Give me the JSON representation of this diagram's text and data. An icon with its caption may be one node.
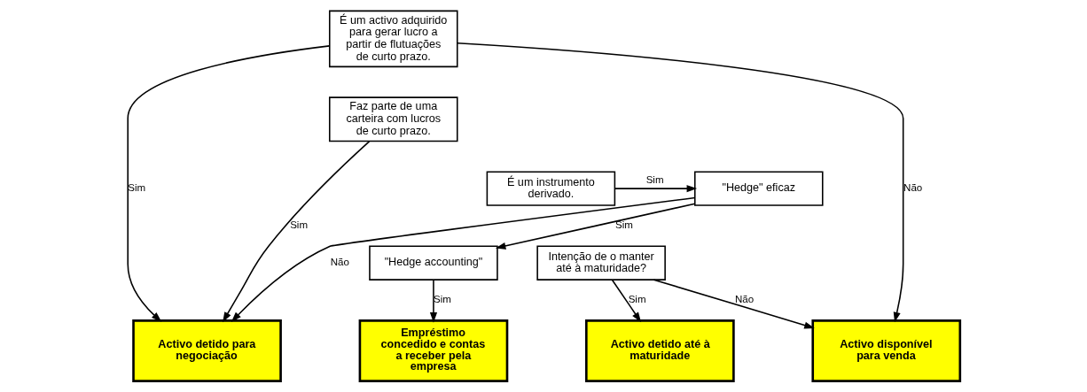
{
  "diagram": {
    "nodes": [
      {
        "text": [
          "É um activo adquirido para gerar lucro a partir de flutuações de curto prazo."
        ]
      },
      {
        "text": [
          "Faz parte de uma carteira com lucros de curto prazo."
        ]
      },
      {
        "text": [
          "\"Hedge\" eficaz"
        ]
      },
      {
        "text": [
          "É um instrumento derivado."
        ]
      },
      {
        "text": [
          "\"Hedge accounting\""
        ]
      },
      {
        "text": [
          "Intenção de o manter até à maturidade?"
        ]
      },
      {
        "text": [
          "Activo detido para negociação"
        ]
      },
      {
        "text": [
          "Empréstimo concedido e contas a receber pela empresa"
        ]
      },
      {
        "text": [
          "Activo detido até à maturidade"
        ]
      },
      {
        "text": [
          "Activo disponível para venda"
        ]
      }
    ],
    "edges": [
      {
        "from": 0,
        "to": 6,
        "arrow": "to",
        "label": "Sim"
      },
      {
        "from": 0,
        "to": 9,
        "arrow": "to",
        "label": "Não"
      },
      {
        "from": 1,
        "to": 6,
        "arrow": "to",
        "label": "Sim"
      },
      {
        "from": 3,
        "to": 2,
        "arrow": "to",
        "label": "Sim"
      },
      {
        "from": 2,
        "to": 6,
        "arrow": "to",
        "label": "Não"
      },
      {
        "from": 2,
        "to": 4,
        "arrow": "to",
        "label": "Sim"
      },
      {
        "from": 4,
        "to": 7,
        "arrow": "to",
        "label": "Sim"
      },
      {
        "from": 5,
        "to": 8,
        "arrow": "to",
        "label": "Sim"
      },
      {
        "from": 5,
        "to": 9,
        "arrow": "to",
        "label": "Não"
      }
    ]
  }
}
